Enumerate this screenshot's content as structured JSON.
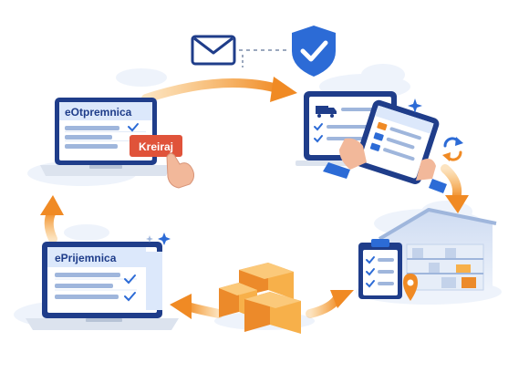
{
  "labels": {
    "dispatch_title": "eOtpremnica",
    "create_button": "Kreiraj",
    "receipt_title": "ePrijemnica"
  },
  "icons": [
    "envelope-icon",
    "shield-check-icon",
    "truck-icon",
    "refresh-icon",
    "location-pin-icon",
    "sparkle-icon",
    "checkmark-icon",
    "hand-pointer-icon",
    "clipboard-icon",
    "warehouse-icon",
    "package-box-icon"
  ],
  "colors": {
    "navy": "#1f3d8a",
    "blue": "#2c6bd6",
    "light_blue": "#dce8fb",
    "orange": "#f08a24",
    "orange_light": "#f7b04a",
    "red_button": "#e0533a",
    "skin": "#f2b89a",
    "cloud": "#eef3fb"
  }
}
